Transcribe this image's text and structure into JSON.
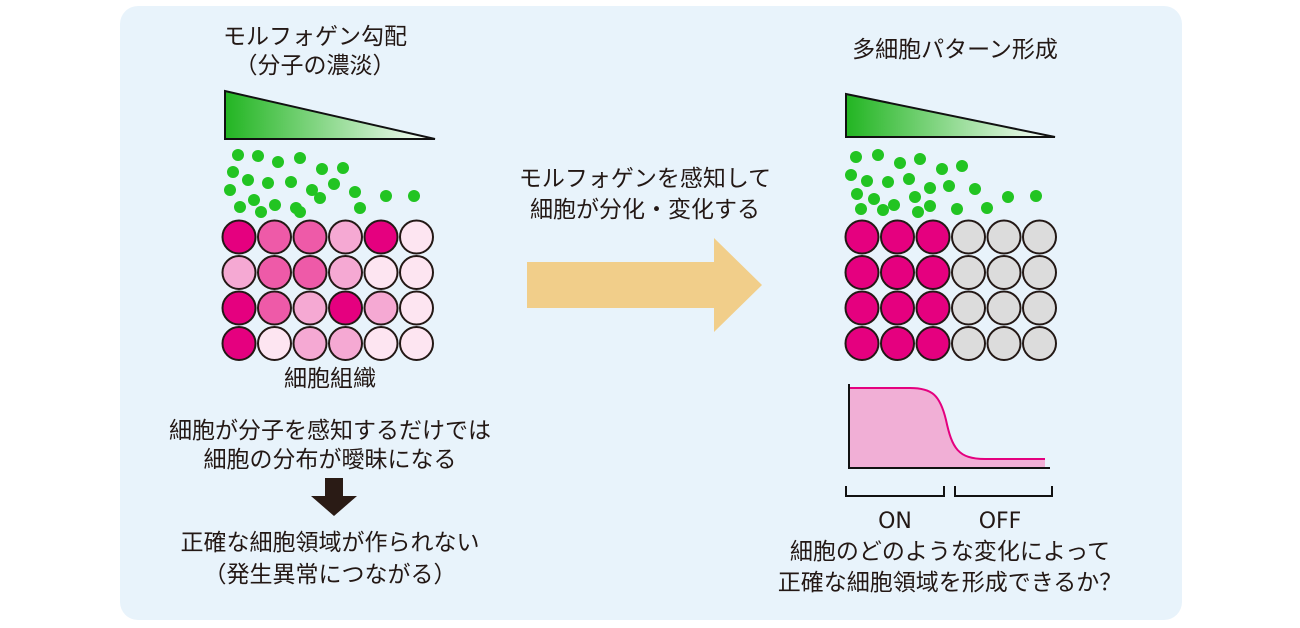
{
  "left": {
    "gradient_title": "モルフォゲン勾配",
    "gradient_subtitle": "（分子の濃淡）",
    "tissue_label": "細胞組織",
    "statement_line1": "細胞が分子を感知するだけでは",
    "statement_line2": "細胞の分布が曖昧になる",
    "result_line1": "正確な細胞領域が作られない",
    "result_line2": "（発生異常につながる）",
    "cell_shades": [
      [
        "dark",
        "medium",
        "medium",
        "light",
        "dark",
        "pale"
      ],
      [
        "light",
        "medium",
        "medium",
        "light",
        "pale",
        "pale"
      ],
      [
        "dark",
        "medium",
        "light",
        "dark",
        "light",
        "pale"
      ],
      [
        "dark",
        "pale",
        "light",
        "light",
        "pale",
        "pale"
      ]
    ]
  },
  "middle": {
    "line1": "モルフォゲンを感知して",
    "line2": "細胞が分化・変化する"
  },
  "right": {
    "title": "多細胞パターン形成",
    "on_label": "ON",
    "off_label": "OFF",
    "question_line1": "細胞のどのような変化によって",
    "question_line2": "正確な細胞領域を形成できるか？",
    "on_columns": 3,
    "total_columns": 6
  },
  "colors": {
    "panel_bg": "#e8f3fb",
    "gradient_start": "#22b522",
    "gradient_end": "#ffffff",
    "molecule": "#22c422",
    "cell_dark": "#e5007f",
    "cell_medium": "#ee5aa8",
    "cell_light": "#f5a9d3",
    "cell_pale": "#fde5f1",
    "cell_gray": "#dcdcdc",
    "arrow": "#f1ce8a",
    "curve": "#e4007f",
    "curve_fill": "#f1afd6",
    "down_arrow": "#2a1b15"
  }
}
